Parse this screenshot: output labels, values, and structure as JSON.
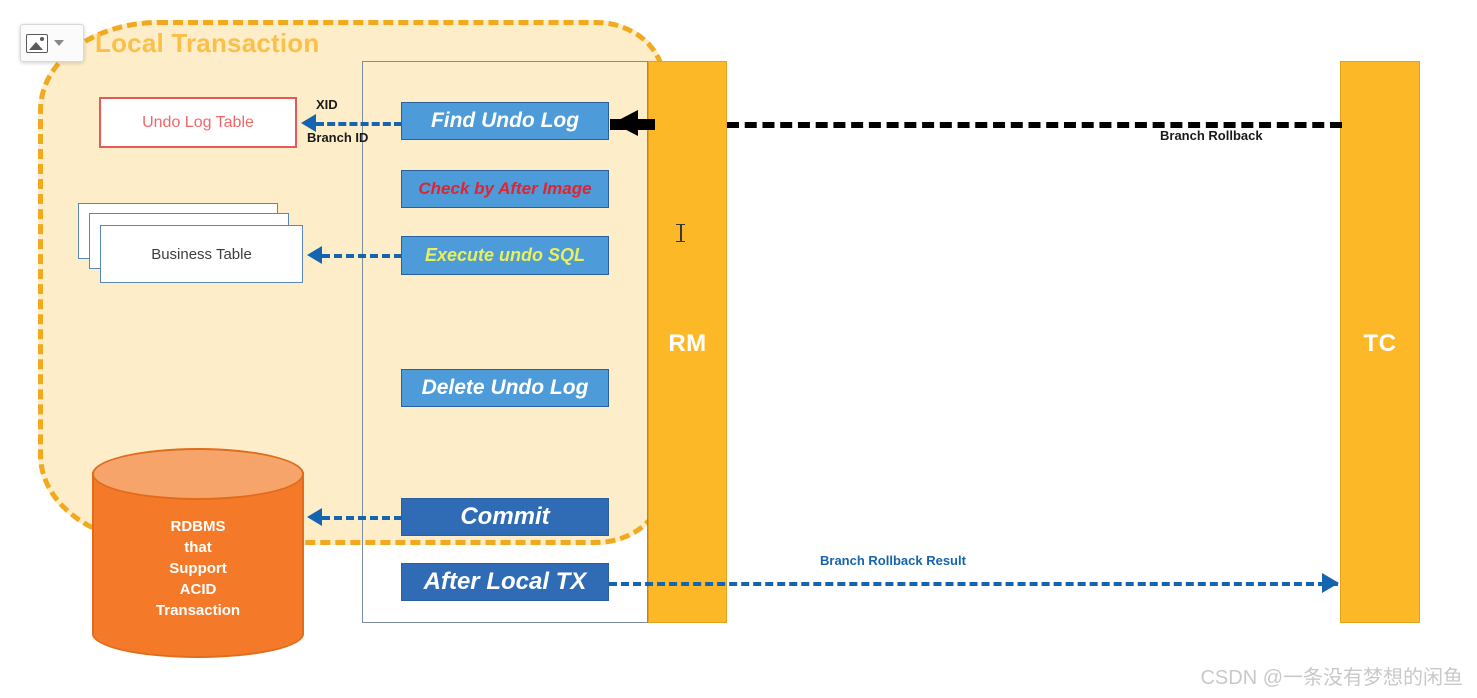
{
  "toolbar": {
    "image_icon": "image-icon",
    "caret_icon": "chevron-down-icon"
  },
  "diagram": {
    "region_title": "Local Transaction",
    "lanes": [
      {
        "id": "rm",
        "label": "RM"
      },
      {
        "id": "tc",
        "label": "TC"
      }
    ],
    "stores": {
      "undo_log_table": "Undo Log Table",
      "business_table": "Business Table",
      "database": "RDBMS\nthat\nSupport\nACID\nTransaction",
      "database_lines": [
        "RDBMS",
        "that",
        "Support",
        "ACID",
        "Transaction"
      ]
    },
    "actions": [
      {
        "id": "find-undo-log",
        "label": "Find Undo Log",
        "style": "light",
        "text_color": "#ffffff"
      },
      {
        "id": "check-after-img",
        "label": "Check by After Image",
        "style": "light",
        "text_color": "#e02430"
      },
      {
        "id": "execute-undo-sql",
        "label": "Execute undo SQL",
        "style": "light",
        "text_color": "#e9f05a"
      },
      {
        "id": "delete-undo-log",
        "label": "Delete Undo Log",
        "style": "light",
        "text_color": "#ffffff"
      },
      {
        "id": "commit",
        "label": "Commit",
        "style": "dark",
        "text_color": "#ffffff"
      },
      {
        "id": "after-local-tx",
        "label": "After Local TX",
        "style": "dark",
        "text_color": "#ffffff"
      }
    ],
    "connector_labels": {
      "xid": "XID",
      "branch_id": "Branch ID",
      "branch_rollback": "Branch Rollback",
      "branch_rollback_result": "Branch Rollback Result"
    },
    "colors": {
      "region_fill": "#fdeec9",
      "region_border": "#f2a91e",
      "title": "#fcbf49",
      "lane_fill": "#fcb827",
      "action_light": "#4d9bd8",
      "action_dark": "#2f6cb5",
      "action_border": "#2b5f9e",
      "undo_log_border": "#e8585a",
      "undo_log_text": "#f0686a",
      "cylinder_body": "#f47a29",
      "cylinder_top": "#f6a469",
      "blue_connector": "#1564b0",
      "black_connector": "#000000"
    }
  },
  "watermark": "CSDN @一条没有梦想的闲鱼"
}
